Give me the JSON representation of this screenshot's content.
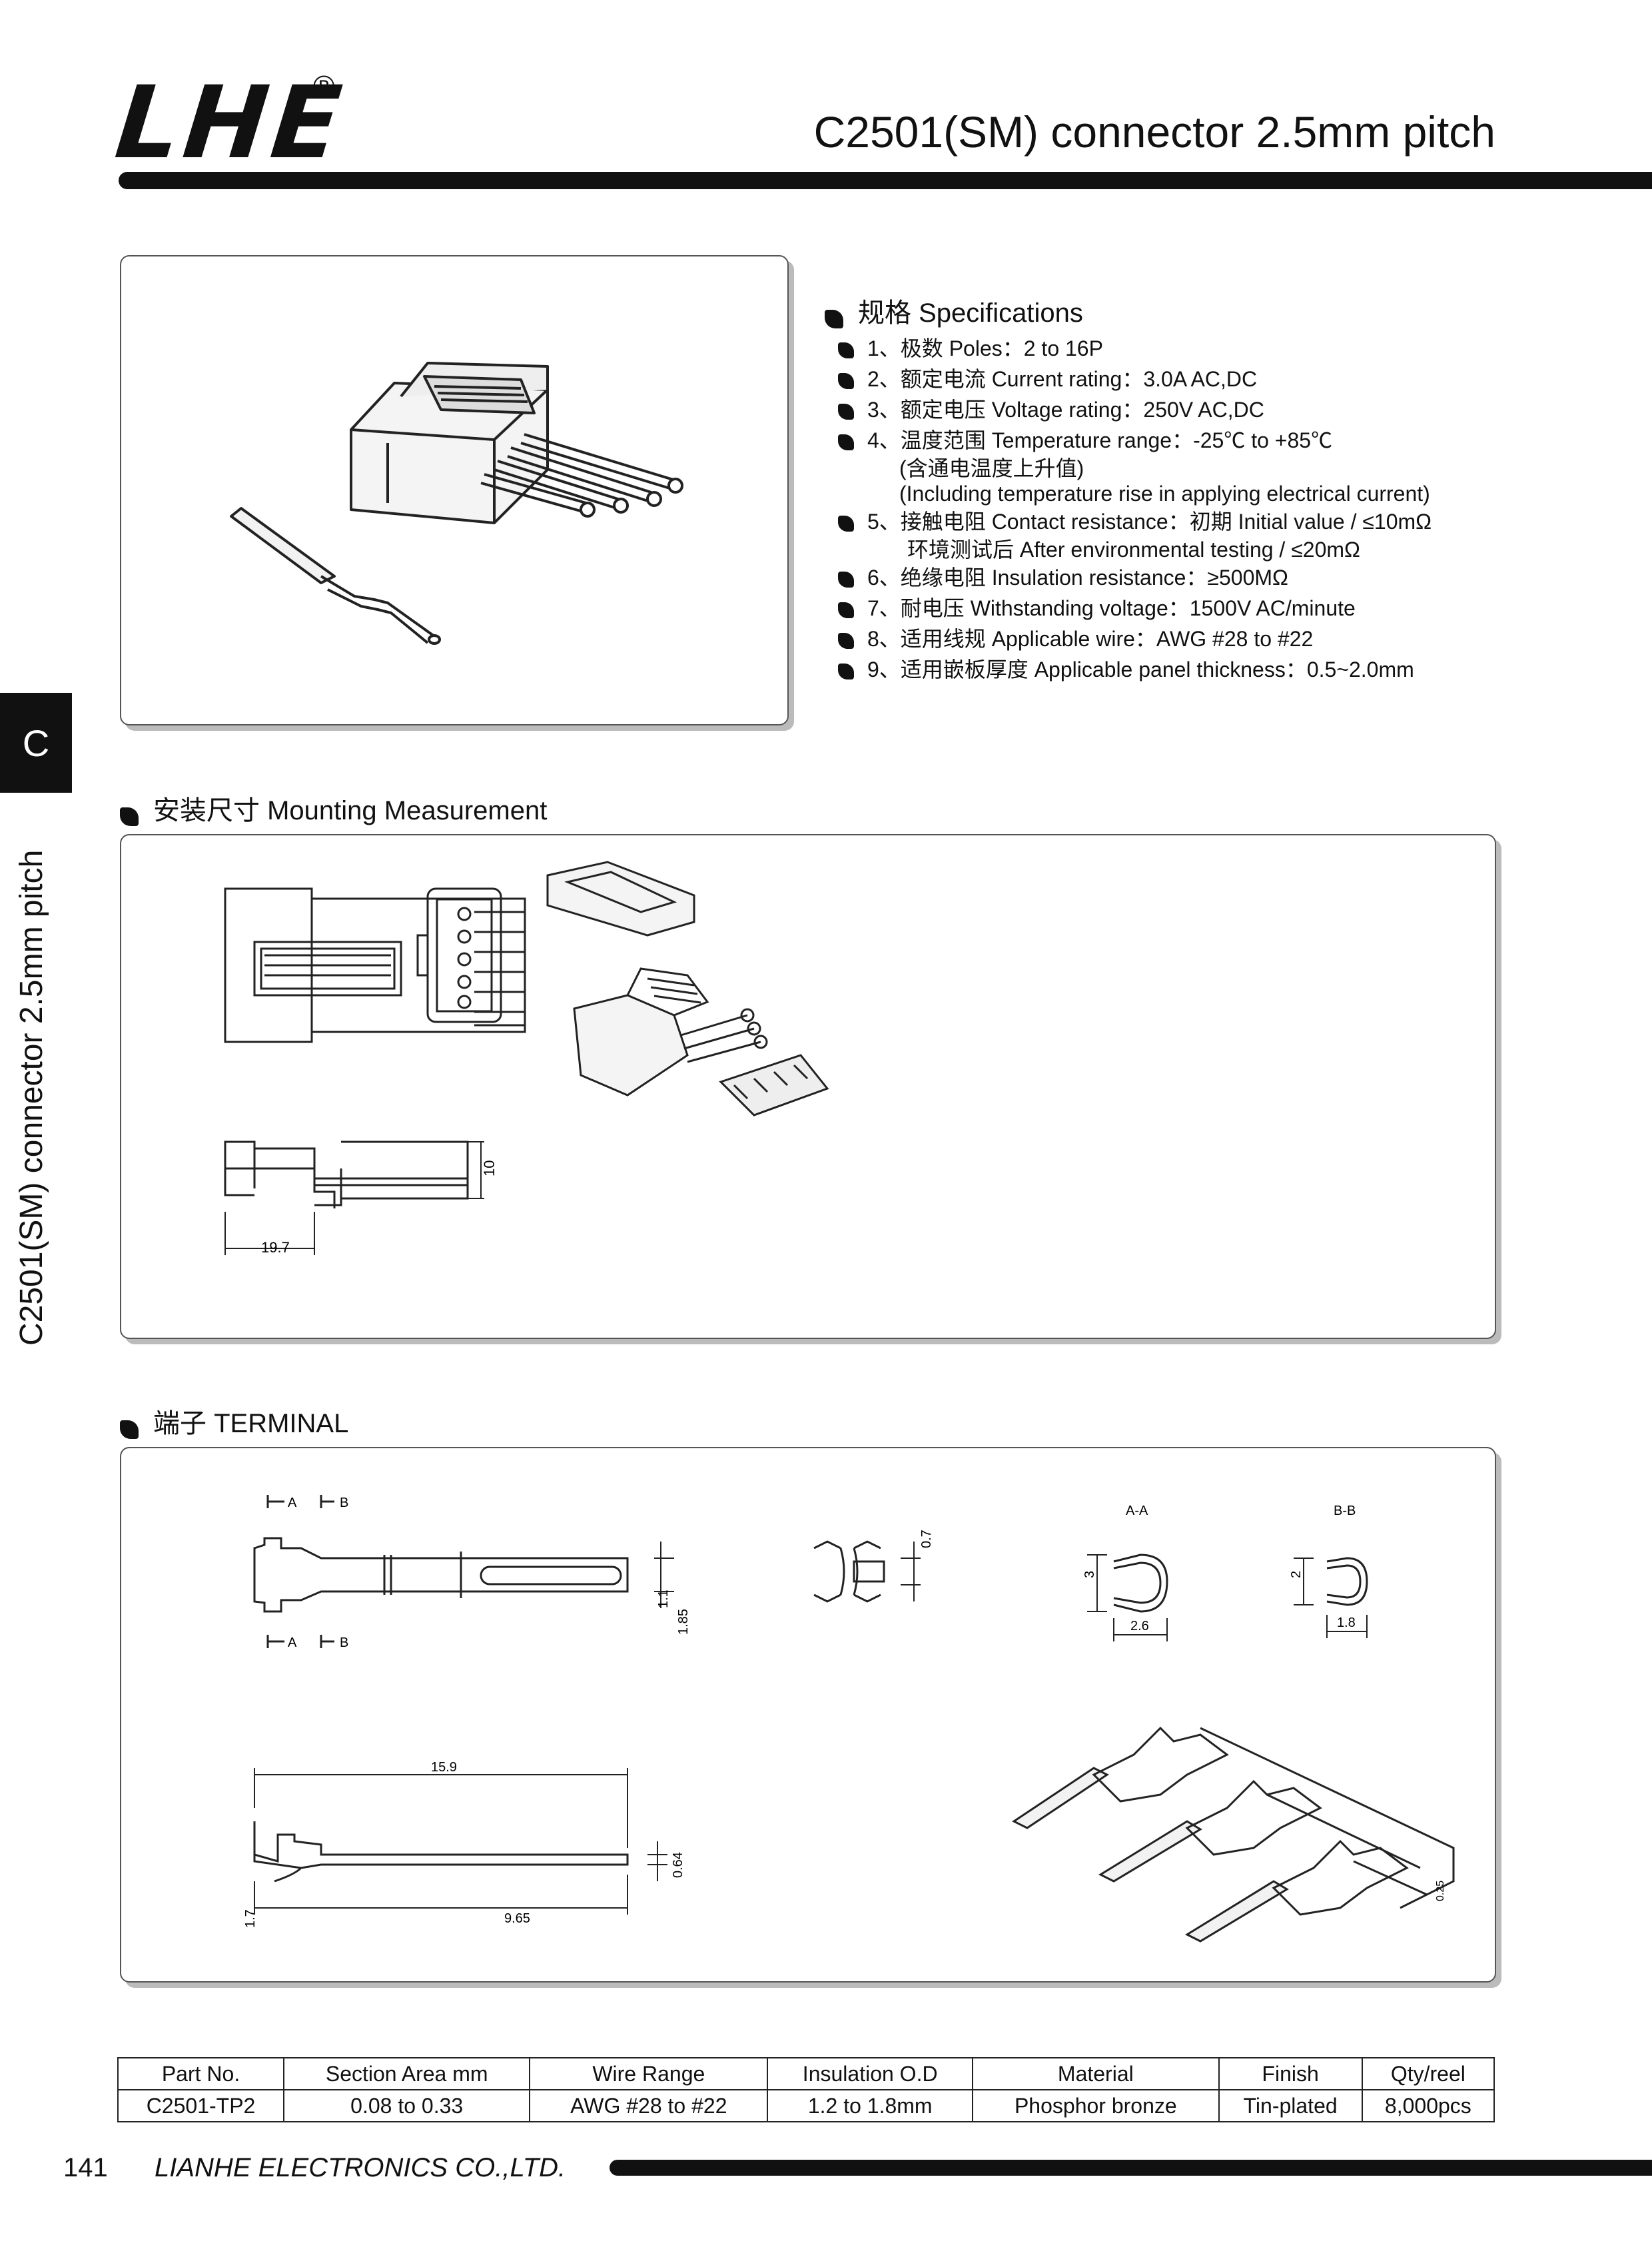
{
  "header": {
    "logo": "LHE",
    "registered_mark": "®",
    "title": "C2501(SM) connector 2.5mm pitch"
  },
  "specs": {
    "heading": "规格 Specifications",
    "items": [
      "1、极数 Poles：2 to 16P",
      "2、额定电流 Current rating：3.0A  AC,DC",
      "3、额定电压 Voltage rating：250V  AC,DC",
      "4、温度范围 Temperature range：-25℃ to +85℃",
      "5、接触电阻 Contact resistance：初期 Initial value / ≤10mΩ",
      "6、绝缘电阻 Insulation resistance：≥500MΩ",
      "7、耐电压 Withstanding voltage：1500V  AC/minute",
      "8、适用线规 Applicable wire：AWG #28 to #22",
      "9、适用嵌板厚度 Applicable panel thickness：0.5~2.0mm"
    ],
    "item4_sub1": "(含通电温度上升值)",
    "item4_sub2": "(Including temperature rise in applying electrical current)",
    "item5_sub": "环境测试后 After environmental testing / ≤20mΩ"
  },
  "side": {
    "tab": "C",
    "vertical_text": "C2501(SM) connector 2.5mm pitch"
  },
  "mounting": {
    "heading": "安装尺寸 Mounting Measurement",
    "dim_height": "10",
    "dim_width": "19.7"
  },
  "terminal": {
    "heading": "端子 TERMINAL",
    "label_a": "A",
    "label_b": "B",
    "dim_1_1": "1.1",
    "dim_1_85": "1.85",
    "dim_0_7": "0.7",
    "section_aa": "A-A",
    "section_bb": "B-B",
    "dim_3": "3",
    "dim_2_6": "2.6",
    "dim_2": "2",
    "dim_1_8": "1.8",
    "dim_15_9": "15.9",
    "dim_0_64": "0.64",
    "dim_1_7": "1.7",
    "dim_9_65": "9.65",
    "dim_0_25": "0.25"
  },
  "table": {
    "headers": [
      "Part No.",
      "Section Area mm",
      "Wire Range",
      "Insulation O.D",
      "Material",
      "Finish",
      "Qty/reel"
    ],
    "row": [
      "C2501-TP2",
      "0.08 to 0.33",
      "AWG #28 to #22",
      "1.2 to 1.8mm",
      "Phosphor bronze",
      "Tin-plated",
      "8,000pcs"
    ]
  },
  "footer": {
    "page_number": "141",
    "company": "LIANHE ELECTRONICS CO.,LTD."
  }
}
